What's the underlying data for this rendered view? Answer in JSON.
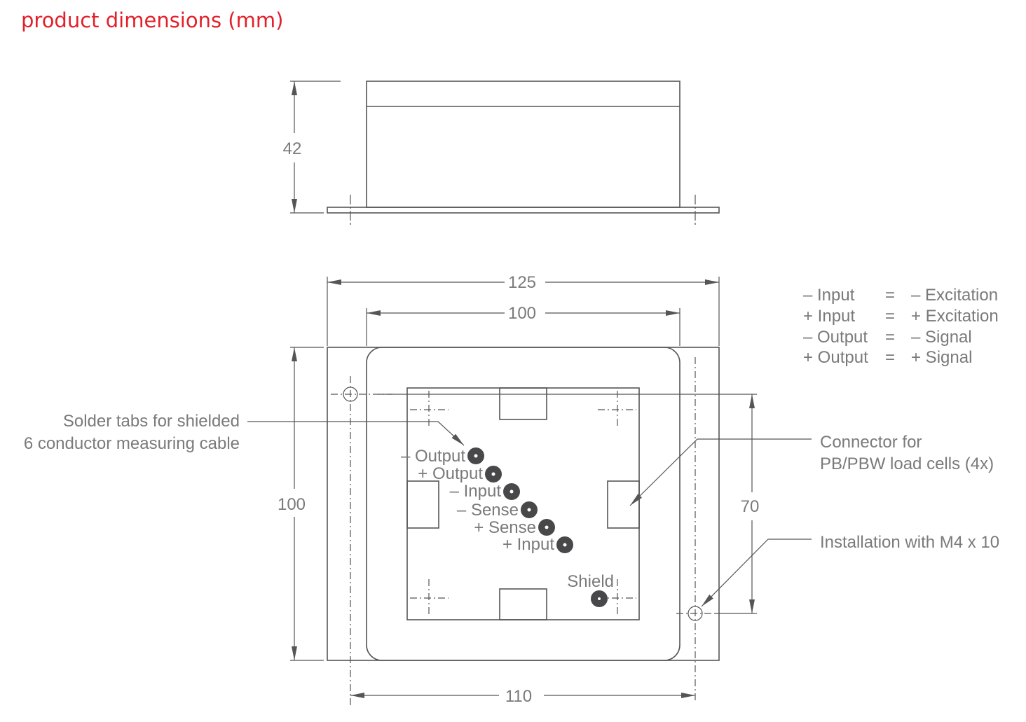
{
  "title": "product dimensions (mm)",
  "dimensions": {
    "height": "42",
    "overall_width": "125",
    "inner_width": "100",
    "overall_depth": "100",
    "hole_spacing_x": "110",
    "hole_spacing_y": "70"
  },
  "solder_tabs": [
    {
      "label": "– Output"
    },
    {
      "label": "+ Output"
    },
    {
      "label": "– Input"
    },
    {
      "label": "– Sense"
    },
    {
      "label": "+ Sense"
    },
    {
      "label": "+ Input"
    }
  ],
  "shield_label": "Shield",
  "callouts": {
    "solder_tabs_line1": "Solder tabs for shielded",
    "solder_tabs_line2": "6 conductor measuring cable",
    "connector_line1": "Connector for",
    "connector_line2": "PB/PBW load cells (4x)",
    "installation": "Installation with M4 x 10"
  },
  "legend": [
    {
      "left": "– Input",
      "eq": "=",
      "right": "– Excitation"
    },
    {
      "left": "+ Input",
      "eq": "=",
      "right": "+ Excitation"
    },
    {
      "left": "– Output",
      "eq": "=",
      "right": "– Signal"
    },
    {
      "left": "+ Output",
      "eq": "=",
      "right": "+ Signal"
    }
  ]
}
